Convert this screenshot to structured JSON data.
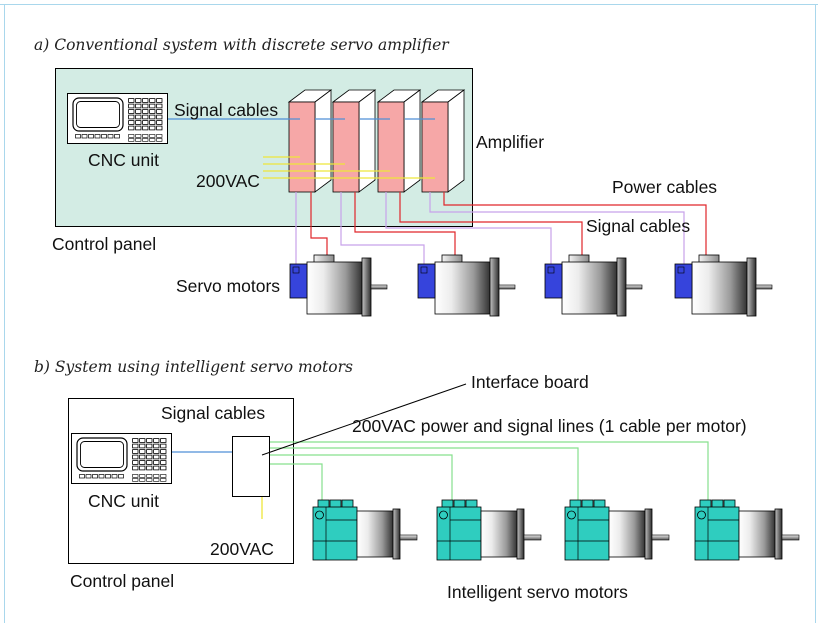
{
  "panel_a": {
    "title": "a) Conventional system with discrete servo amplifier",
    "signal_cables_label": "Signal cables",
    "cnc_unit_label": "CNC unit",
    "amplifier_label": "Amplifier",
    "vac_label": "200VAC",
    "power_cables_label": "Power cables",
    "motor_signal_cables_label": "Signal cables",
    "control_panel_label": "Control panel",
    "servo_motors_label": "Servo motors"
  },
  "panel_b": {
    "title": "b) System using intelligent servo motors",
    "interface_board_label": "Interface board",
    "signal_cables_label": "Signal cables",
    "lines_label": "200VAC power and signal lines (1 cable per motor)",
    "cnc_unit_label": "CNC unit",
    "vac_label": "200VAC",
    "control_panel_label": "Control panel",
    "motors_label": "Intelligent servo motors"
  },
  "icons": {
    "cnc_unit": "cnc-unit-icon",
    "amplifier": "amplifier-icon",
    "servo_motor": "servo-motor-icon",
    "intelligent_servo_motor": "intelligent-servo-motor-icon",
    "interface_board": "interface-board-icon"
  },
  "colors": {
    "frame": "#a9d7ec",
    "control_panel_fill": "#d3ece4",
    "amplifier_front": "#f6a7a7",
    "signal_cable": "#4f8fd6",
    "ac_power_line": "#eee63a",
    "power_cable": "#e0262a",
    "motor_signal_cable": "#c8a2ea",
    "encoder": "#3644dc",
    "intelligent_motor_body": "#2fcdbf",
    "power_and_signal_line": "#86e08e"
  }
}
